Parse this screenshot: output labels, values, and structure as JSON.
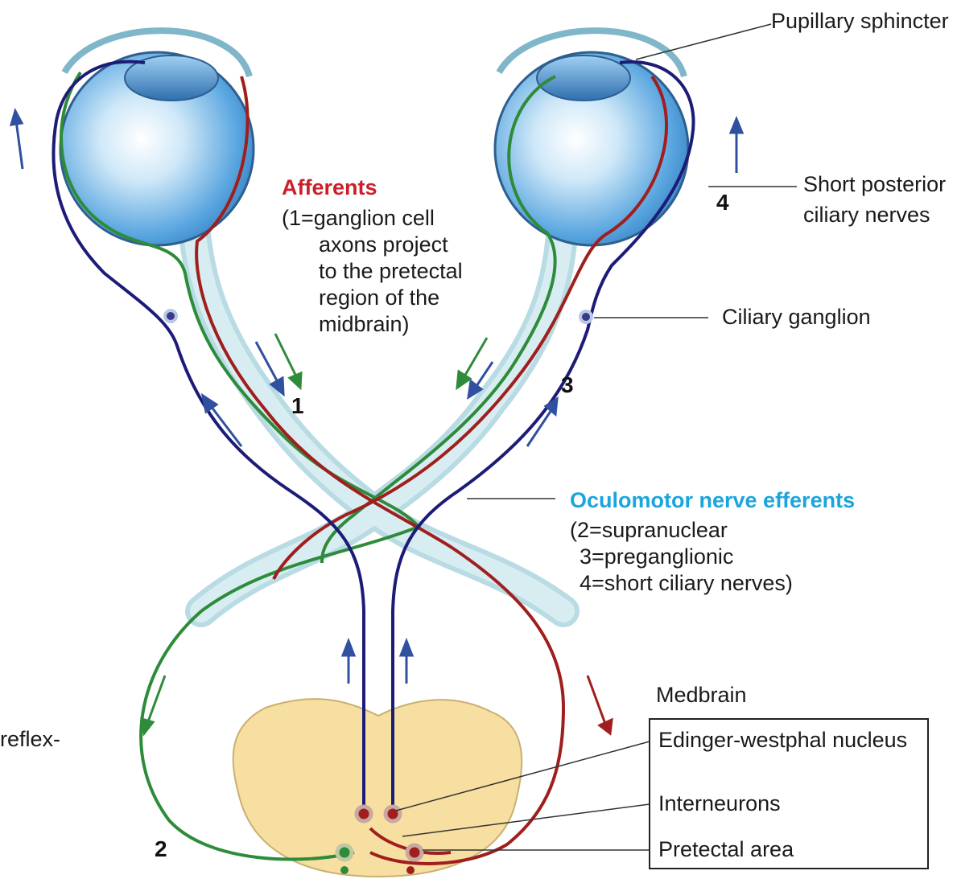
{
  "labels": {
    "pupillary_sphincter": "Pupillary sphincter",
    "short_posterior_line1": "Short posterior",
    "short_posterior_line2": "ciliary nerves",
    "ciliary_ganglion": "Ciliary ganglion",
    "afferents_title": "Afferents",
    "afferents_lines": [
      "(1=ganglion cell",
      "axons project",
      "to the pretectal",
      "region of the",
      "midbrain)"
    ],
    "efferents_title": "Oculomotor nerve efferents",
    "efferents_lines": [
      "(2=supranuclear",
      "3=preganglionic",
      "4=short ciliary nerves)"
    ],
    "medbrain": "Medbrain",
    "edinger": "Edinger-westphal nucleus",
    "interneurons": "Internеurons",
    "pretectal": "Pretectal area",
    "cutoff": "reflex-"
  },
  "numbers": {
    "n1": "1",
    "n2": "2",
    "n3": "3",
    "n4": "4"
  },
  "colors": {
    "afferent_green": "#2e8b3a",
    "afferent_red": "#a01e1e",
    "efferent_blue": "#1c1c78",
    "nerve_fill": "#cfe6ec",
    "midbrain_fill": "#f6dfa0",
    "eye_blue": "#6fb2e6"
  }
}
